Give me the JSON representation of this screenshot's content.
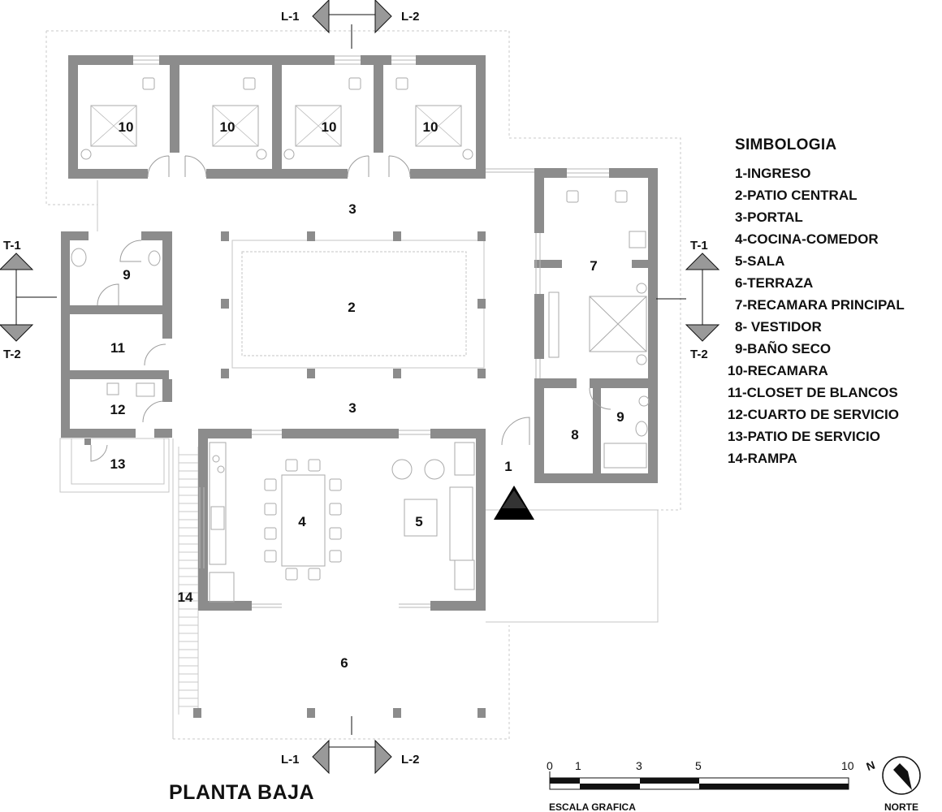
{
  "title": "PLANTA BAJA",
  "legend": {
    "title": "SIMBOLOGIA",
    "items": [
      "1-INGRESO",
      "2-PATIO CENTRAL",
      "3-PORTAL",
      "4-COCINA-COMEDOR",
      "5-SALA",
      "6-TERRAZA",
      "7-RECAMARA PRINCIPAL",
      "8- VESTIDOR",
      "9-BAÑO SECO",
      "10-RECAMARA",
      "11-CLOSET DE BLANCOS",
      "12-CUARTO DE SERVICIO",
      "13-PATIO DE SERVICIO",
      "14-RAMPA"
    ]
  },
  "rooms": {
    "bed_a": "10",
    "bed_b": "10",
    "bed_c": "10",
    "bed_d": "10",
    "central_patio": "2",
    "portal_north": "3",
    "portal_south": "3",
    "bath_west": "9",
    "closet": "11",
    "service_room": "12",
    "service_patio": "13",
    "kitchen_dining": "4",
    "living": "5",
    "entry": "1",
    "master_bedroom": "7",
    "dressing": "8",
    "bath_east": "9",
    "terrace": "6",
    "ramp": "14"
  },
  "section_marks": {
    "l1": "L-1",
    "l2": "L-2",
    "t1": "T-1",
    "t2": "T-2"
  },
  "scale": {
    "caption": "ESCALA GRAFICA",
    "ticks": [
      "0",
      "1",
      "3",
      "5",
      "10"
    ]
  },
  "north": {
    "caption": "NORTE",
    "letter": "N"
  },
  "colors": {
    "wall": "#8c8c8c",
    "line": "#bdbdbd",
    "ink": "#111111",
    "paper": "#ffffff"
  }
}
